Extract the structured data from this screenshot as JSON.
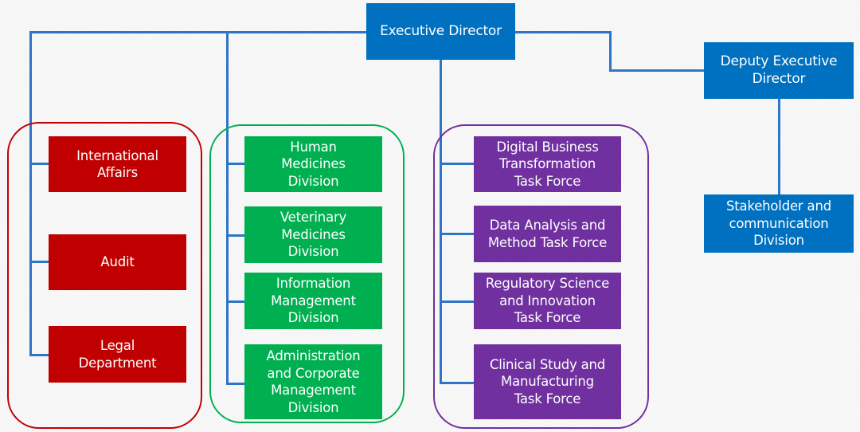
{
  "colors": {
    "connector": "#2e75c6",
    "executive": "#0070c0",
    "red_group": "#c00000",
    "green_group": "#00b050",
    "purple_group": "#7030a0"
  },
  "executive_director": "Executive Director",
  "deputy_executive_director": "Deputy Executive\nDirector",
  "stakeholder_division": "Stakeholder and\ncommunication\nDivision",
  "red_group": {
    "units": [
      "International\nAffairs",
      "Audit",
      "Legal\nDepartment"
    ]
  },
  "green_group": {
    "units": [
      "Human\nMedicines\nDivision",
      "Veterinary\nMedicines\nDivision",
      "Information\nManagement\nDivision",
      "Administration\nand Corporate\nManagement\nDivision"
    ]
  },
  "purple_group": {
    "units": [
      "Digital Business\nTransformation\nTask Force",
      "Data Analysis and\nMethod Task Force",
      "Regulatory Science\nand Innovation\nTask Force",
      "Clinical Study and\nManufacturing\nTask Force"
    ]
  }
}
